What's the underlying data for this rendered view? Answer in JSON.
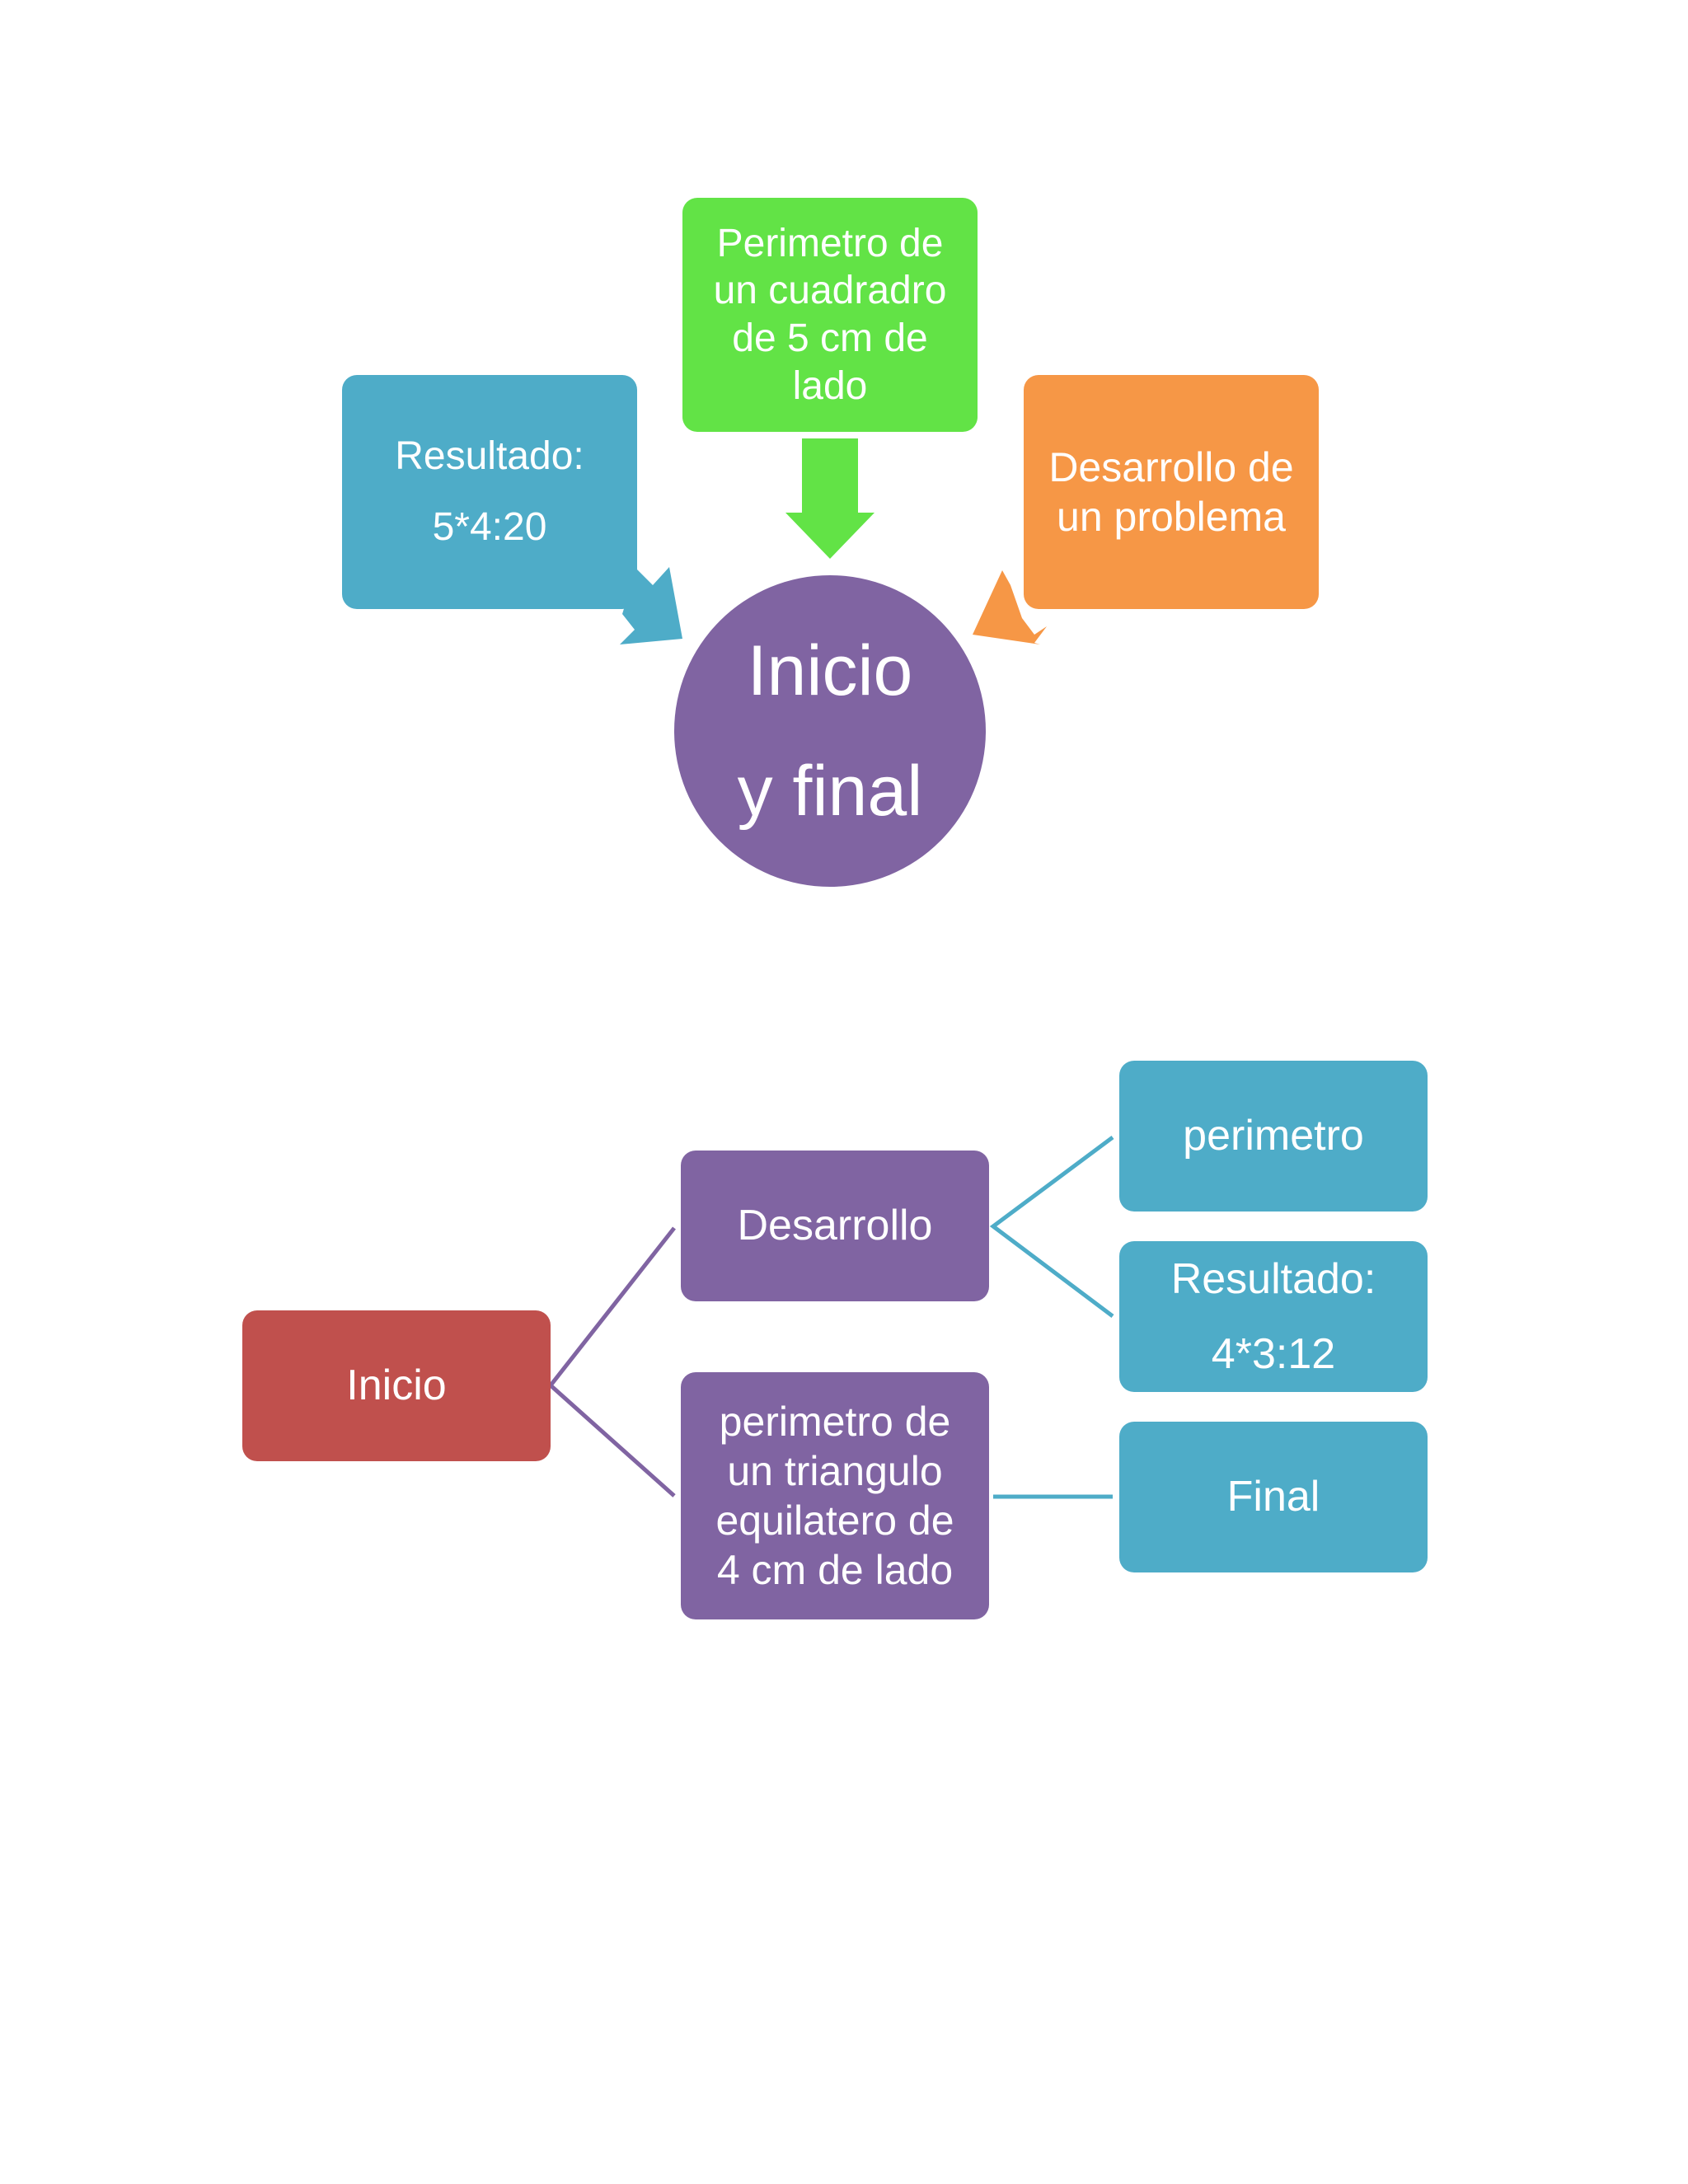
{
  "cycle_diagram": {
    "center": {
      "label": "Inicio\ny final",
      "color": "#8064a2"
    },
    "top": {
      "label": "Perimetro de\nun cuadradro\nde 5 cm de\nlado",
      "color": "#62e346"
    },
    "left": {
      "label": "Resultado:\n5*4:20",
      "color": "#4eacc8"
    },
    "right": {
      "label": "Desarrollo de\nun problema",
      "color": "#f69746"
    }
  },
  "hierarchy_diagram": {
    "root": {
      "label": "Inicio",
      "color": "#c0504d"
    },
    "level1": [
      {
        "label": "Desarrollo",
        "color": "#8064a2"
      },
      {
        "label": "perimetro de\nun triangulo\nequilatero de\n4 cm de lado",
        "color": "#8064a2"
      }
    ],
    "level2": [
      {
        "label": "perimetro",
        "color": "#4eacc8"
      },
      {
        "label": "Resultado:\n4*3:12",
        "color": "#4eacc8"
      },
      {
        "label": "Final",
        "color": "#4eacc8"
      }
    ]
  }
}
